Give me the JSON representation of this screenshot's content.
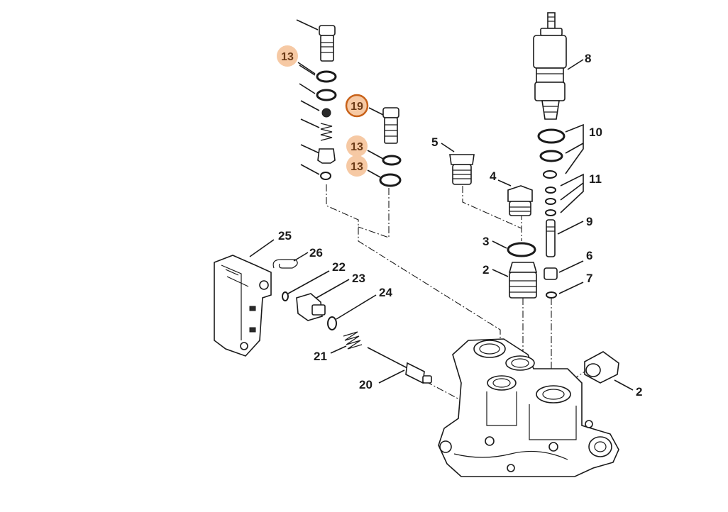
{
  "diagram": {
    "callouts": [
      {
        "id": "13a",
        "label": "13",
        "highlighted": true
      },
      {
        "id": "19",
        "label": "19",
        "highlighted": true,
        "selected": true
      },
      {
        "id": "13b",
        "label": "13",
        "highlighted": true
      },
      {
        "id": "13c",
        "label": "13",
        "highlighted": true
      },
      {
        "id": "8",
        "label": "8"
      },
      {
        "id": "10",
        "label": "10"
      },
      {
        "id": "11",
        "label": "11"
      },
      {
        "id": "9",
        "label": "9"
      },
      {
        "id": "6",
        "label": "6"
      },
      {
        "id": "7",
        "label": "7"
      },
      {
        "id": "5",
        "label": "5"
      },
      {
        "id": "4",
        "label": "4"
      },
      {
        "id": "3",
        "label": "3"
      },
      {
        "id": "2a",
        "label": "2"
      },
      {
        "id": "2b",
        "label": "2"
      },
      {
        "id": "25",
        "label": "25"
      },
      {
        "id": "26",
        "label": "26"
      },
      {
        "id": "22",
        "label": "22"
      },
      {
        "id": "23",
        "label": "23"
      },
      {
        "id": "24",
        "label": "24"
      },
      {
        "id": "21",
        "label": "21"
      },
      {
        "id": "20",
        "label": "20"
      }
    ],
    "colors": {
      "highlight_fill": "#f6c9a4",
      "highlight_text": "#6b3a16",
      "selected_ring": "#c8621a",
      "line": "#1a1a1a"
    }
  }
}
